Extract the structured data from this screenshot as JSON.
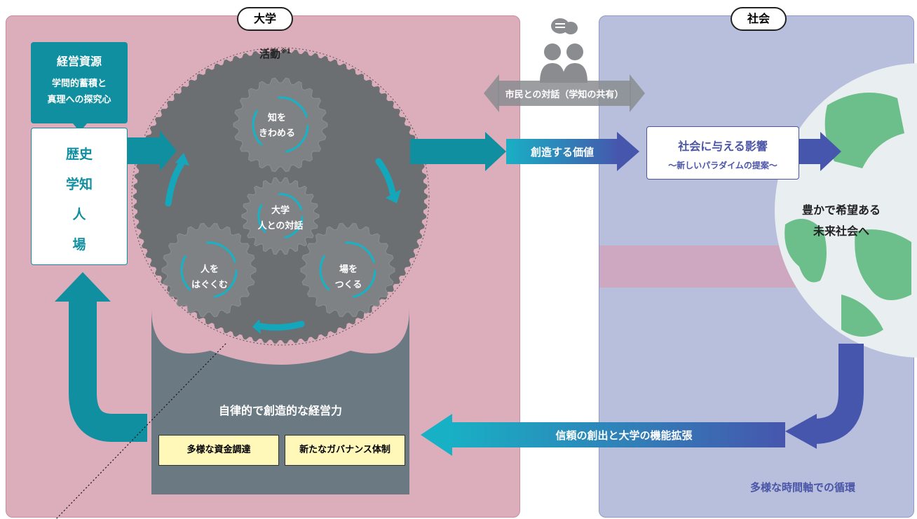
{
  "university": {
    "title": "大学",
    "resources": {
      "title": "経営資源",
      "subtitle_lines": [
        "学問的蓄積と",
        "真理への探究心"
      ]
    },
    "assets": [
      "歴史",
      "学知",
      "人",
      "場"
    ],
    "activities_label": "活動",
    "activities_note": "※1",
    "gears": {
      "top": "知を\nきわめる",
      "center": "大学\n人との対話",
      "left": "人を\nはぐくむ",
      "right": "場を\nつくる"
    },
    "management": {
      "title": "自律的で創造的な経営力",
      "items": [
        "多様な資金調達",
        "新たなガバナンス体制"
      ]
    }
  },
  "society": {
    "title": "社会",
    "impact": {
      "title": "社会に与える影響",
      "subtitle": "〜新しいパラダイムの提案〜"
    },
    "future": [
      "豊かで希望ある",
      "未来社会へ"
    ],
    "cycle_label": "多様な時間軸での循環"
  },
  "flows": {
    "dialogue": "市民との対話（学知の共有）",
    "value": "創造する価値",
    "trust": "信頼の創出と大学の機能拡張"
  },
  "colors": {
    "university_bg": "#dcadbb",
    "society_bg": "#b7bfdc",
    "teal": "#0f8fa0",
    "navy": "#4a55a8",
    "gear": "#6f7274",
    "management_bg": "#6b7a82",
    "yellow": "#fff8b8"
  }
}
